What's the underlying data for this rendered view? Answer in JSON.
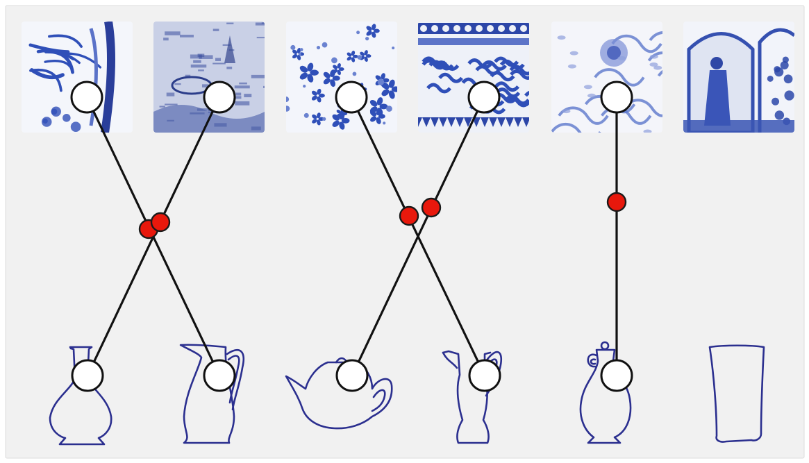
{
  "colors": {
    "panel": "#f1f1f1",
    "border": "#dcdcdc",
    "porcelain_blue": "#2f4fb8",
    "porcelain_light": "#e8ecf5",
    "outline_blue": "#2b2f8f",
    "line": "#111111",
    "node_fill": "#ffffff",
    "red_node": "#e8180c"
  },
  "tiles": [
    {
      "name": "pattern-tile-dragon",
      "style": "dragon"
    },
    {
      "name": "pattern-tile-landscape",
      "style": "landscape"
    },
    {
      "name": "pattern-tile-floral-dense",
      "style": "floral"
    },
    {
      "name": "pattern-tile-bands",
      "style": "bands"
    },
    {
      "name": "pattern-tile-floral-light",
      "style": "floral-light"
    },
    {
      "name": "pattern-tile-figure",
      "style": "figure"
    }
  ],
  "shapes": [
    {
      "name": "vase-outline",
      "kind": "vase"
    },
    {
      "name": "jug-outline",
      "kind": "jug"
    },
    {
      "name": "teapot-outline",
      "kind": "teapot"
    },
    {
      "name": "ewer-outline",
      "kind": "ewer"
    },
    {
      "name": "small-jug-outline",
      "kind": "small-jug"
    },
    {
      "name": "beaker-outline",
      "kind": "beaker"
    }
  ],
  "matches": [
    {
      "from_tile": 0,
      "to_shape": 1
    },
    {
      "from_tile": 1,
      "to_shape": 0
    },
    {
      "from_tile": 2,
      "to_shape": 3
    },
    {
      "from_tile": 3,
      "to_shape": 2
    },
    {
      "from_tile": 4,
      "to_shape": 4
    }
  ]
}
